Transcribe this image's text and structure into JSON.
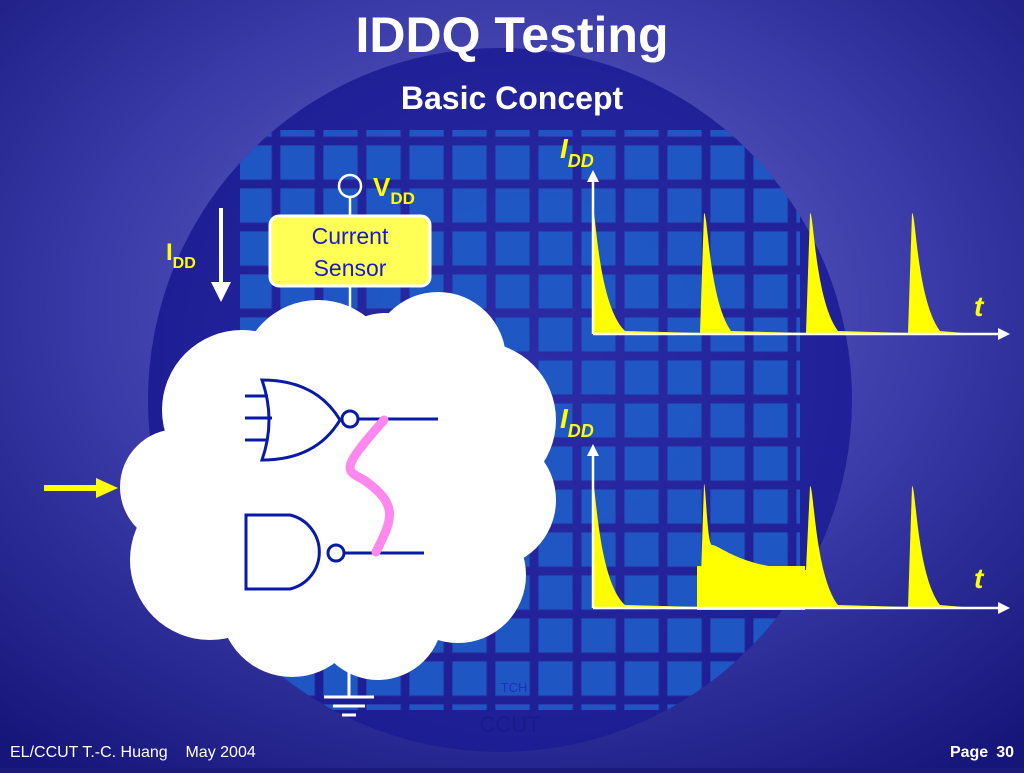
{
  "title": "IDDQ Testing",
  "subtitle": "Basic Concept",
  "supply": {
    "label_main": "V",
    "label_sub": "DD"
  },
  "current_label": {
    "main": "I",
    "sub": "DD"
  },
  "sensor": {
    "line1": "Current",
    "line2": "Sensor"
  },
  "graph_top": {
    "ylabel_main": "I",
    "ylabel_sub": "DD",
    "xlabel": "t"
  },
  "graph_bottom": {
    "ylabel_main": "I",
    "ylabel_sub": "DD",
    "xlabel": "t"
  },
  "wafer_marks": {
    "small": "TCH",
    "large": "CCUT"
  },
  "footer": {
    "author": "EL/CCUT T.-C. Huang",
    "date": "May 2004",
    "page_label": "Page",
    "page_number": "30"
  },
  "colors": {
    "background": "#1a1a7a",
    "highlight": "#ffff00",
    "text": "#ffffff",
    "gate": "#0a1aa8",
    "fault": "#ff88ee"
  }
}
